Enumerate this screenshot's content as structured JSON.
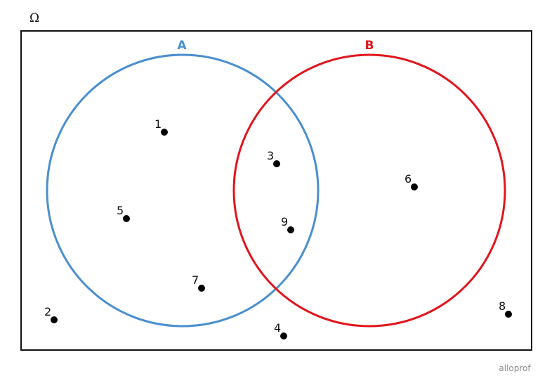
{
  "universe": {
    "symbol": "Ω"
  },
  "sets": [
    {
      "label": "A",
      "color": "#4a8fce"
    },
    {
      "label": "B",
      "color": "#e0161e"
    }
  ],
  "elements": [
    {
      "label": "1",
      "region": "A only"
    },
    {
      "label": "2",
      "region": "outside"
    },
    {
      "label": "3",
      "region": "A and B"
    },
    {
      "label": "4",
      "region": "outside"
    },
    {
      "label": "5",
      "region": "A only"
    },
    {
      "label": "6",
      "region": "B only"
    },
    {
      "label": "7",
      "region": "A only"
    },
    {
      "label": "8",
      "region": "outside"
    },
    {
      "label": "9",
      "region": "A and B"
    }
  ],
  "footer": {
    "brand": "alloprof"
  }
}
